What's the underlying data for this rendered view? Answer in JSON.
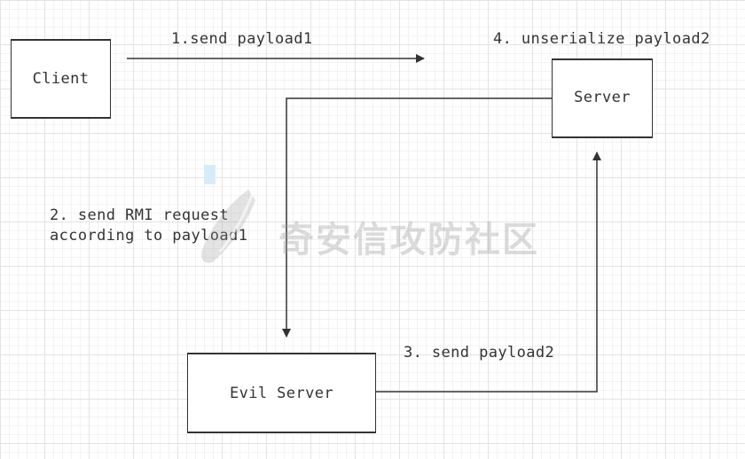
{
  "nodes": {
    "client": {
      "label": "Client"
    },
    "server": {
      "label": "Server"
    },
    "evil_server": {
      "label": "Evil Server"
    }
  },
  "edges": {
    "step1": {
      "label": "1.send payload1"
    },
    "step2": {
      "line1": "2. send RMI request",
      "line2": "according to payload1"
    },
    "step3": {
      "label": "3. send payload2"
    },
    "step4": {
      "label": "4. unserialize payload2"
    }
  },
  "watermark": {
    "text": "奇安信攻防社区",
    "icon": "shield-feather-logo"
  },
  "colors": {
    "line": "#333333",
    "text": "#333333",
    "grid_major": "#e3e3e3",
    "grid_minor": "#f3f3f3",
    "watermark": "#9a9a9a"
  }
}
